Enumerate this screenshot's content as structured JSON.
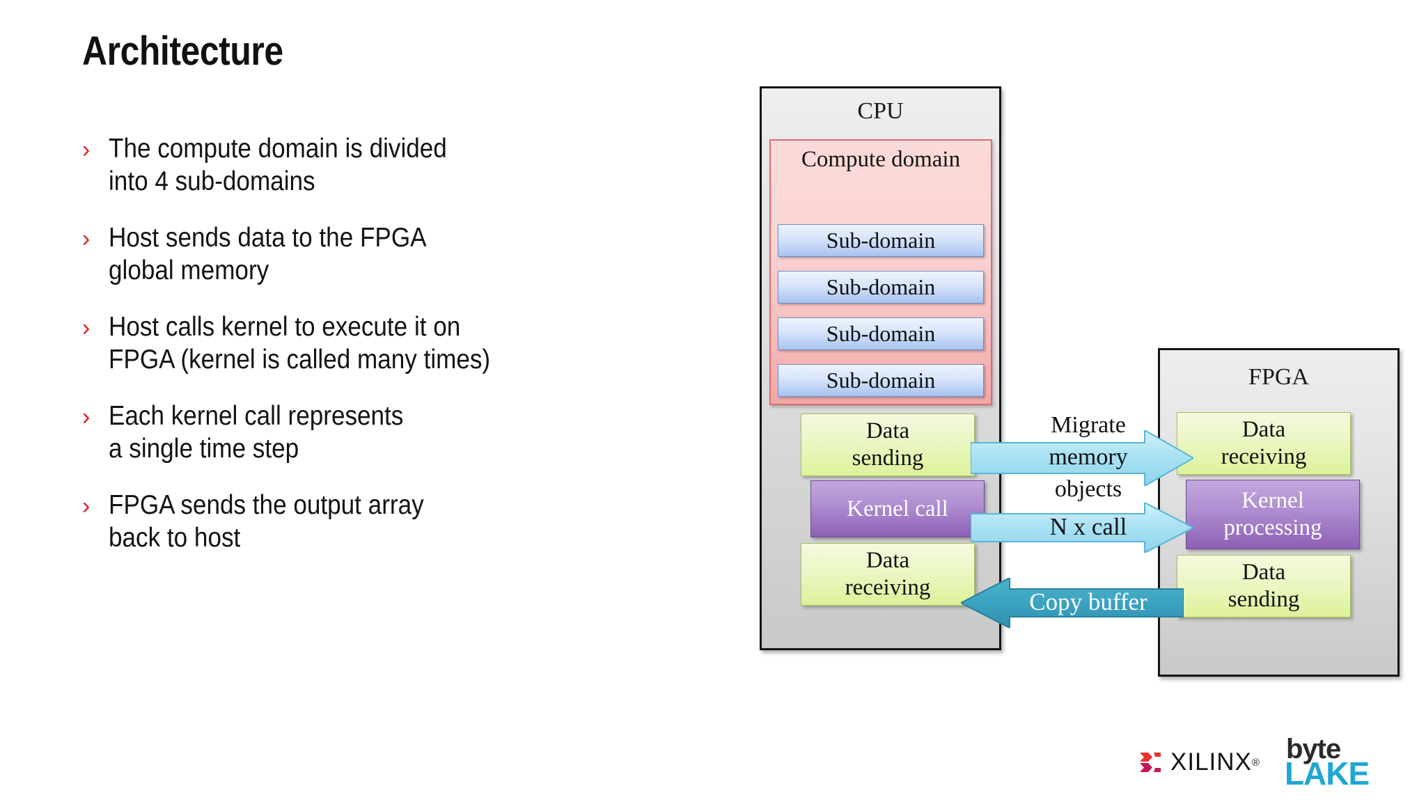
{
  "slide": {
    "title": "Architecture",
    "bullet_marker": "›",
    "bullet_marker_color": "#e01b23",
    "bullets": [
      "The compute domain is divided\ninto 4 sub-domains",
      "Host sends data to the FPGA\nglobal memory",
      "Host calls kernel to execute it on\nFPGA (kernel is called many times)",
      "Each kernel call represents\na single time step",
      "FPGA sends the output array\nback to host"
    ]
  },
  "diagram": {
    "cpu": {
      "title": "CPU",
      "compute_domain": {
        "label": "Compute\ndomain",
        "subdomains": [
          "Sub-domain",
          "Sub-domain",
          "Sub-domain",
          "Sub-domain"
        ]
      },
      "blocks": [
        {
          "label": "Data\nsending",
          "style": "green"
        },
        {
          "label": "Kernel call",
          "style": "purple"
        },
        {
          "label": "Data\nreceiving",
          "style": "green"
        }
      ]
    },
    "fpga": {
      "title": "FPGA",
      "blocks": [
        {
          "label": "Data\nreceiving",
          "style": "green"
        },
        {
          "label": "Kernel\nprocessing",
          "style": "purple"
        },
        {
          "label": "Data\nsending",
          "style": "green"
        }
      ]
    },
    "arrows": [
      {
        "label": "Migrate\nmemory\nobjects",
        "direction": "right",
        "color": "#a8e0f2"
      },
      {
        "label": "N x call",
        "direction": "right",
        "color": "#a8e0f2"
      },
      {
        "label": "Copy buffer",
        "direction": "left",
        "color": "#3ba3c0"
      }
    ],
    "colors": {
      "chassis": "#dcdcdc",
      "compute_domain": "#fbd4d4",
      "subdomain": "#cadcf8",
      "green_block": "#e6f5b8",
      "purple_block": "#a77fc9",
      "arrow_light": "#a8e0f2",
      "arrow_dark": "#3ba3c0"
    }
  },
  "logos": {
    "xilinx": {
      "word": "XILINX",
      "registered": "®",
      "mark_colors": [
        "#e8332a",
        "#c2185b"
      ]
    },
    "bytelake": {
      "top": "byte",
      "bottom": "LAKE",
      "top_color": "#2b2b2b",
      "bottom_color": "#1fa6d4"
    }
  }
}
